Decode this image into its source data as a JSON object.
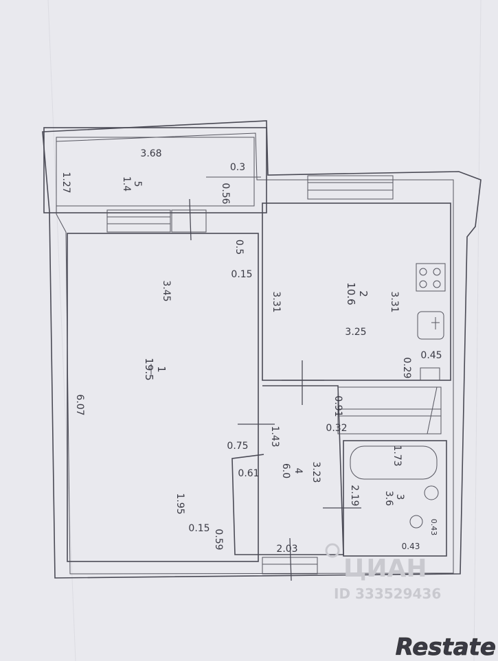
{
  "rooms": {
    "room1": {
      "number": "1",
      "area": "19.5",
      "width": "3.45",
      "length": "6.07"
    },
    "room2": {
      "number": "2",
      "area": "10.6",
      "width": "3.25",
      "length_left": "3.31",
      "length_right": "3.31"
    },
    "room3": {
      "number": "3",
      "area": "3.6",
      "tub_length": "1.73",
      "length": "2.19"
    },
    "room4": {
      "number": "4",
      "area": "6.0",
      "width": "2.03",
      "length": "3.23",
      "stub": "1.43"
    },
    "room5": {
      "number": "5",
      "area": "1.4",
      "length": "3.68",
      "depth": "1.27"
    }
  },
  "dims": {
    "d_0_3": "0.3",
    "d_0_56": "0.56",
    "d_0_5": "0.5",
    "d_0_15_top": "0.15",
    "d_0_45": "0.45",
    "d_0_29": "0.29",
    "d_0_91": "0.91",
    "d_0_32": "0.32",
    "d_0_75": "0.75",
    "d_0_61": "0.61",
    "d_1_95": "1.95",
    "d_0_15_bot": "0.15",
    "d_0_59": "0.59",
    "d_0_43_a": "0.43",
    "d_0_43_b": "0.43"
  },
  "watermark": {
    "brand": "ЦИАН",
    "id": "ID 333529436",
    "logo": "Restate"
  },
  "colors": {
    "paper": "#e9e9ee",
    "ink": "#4a4a55"
  }
}
